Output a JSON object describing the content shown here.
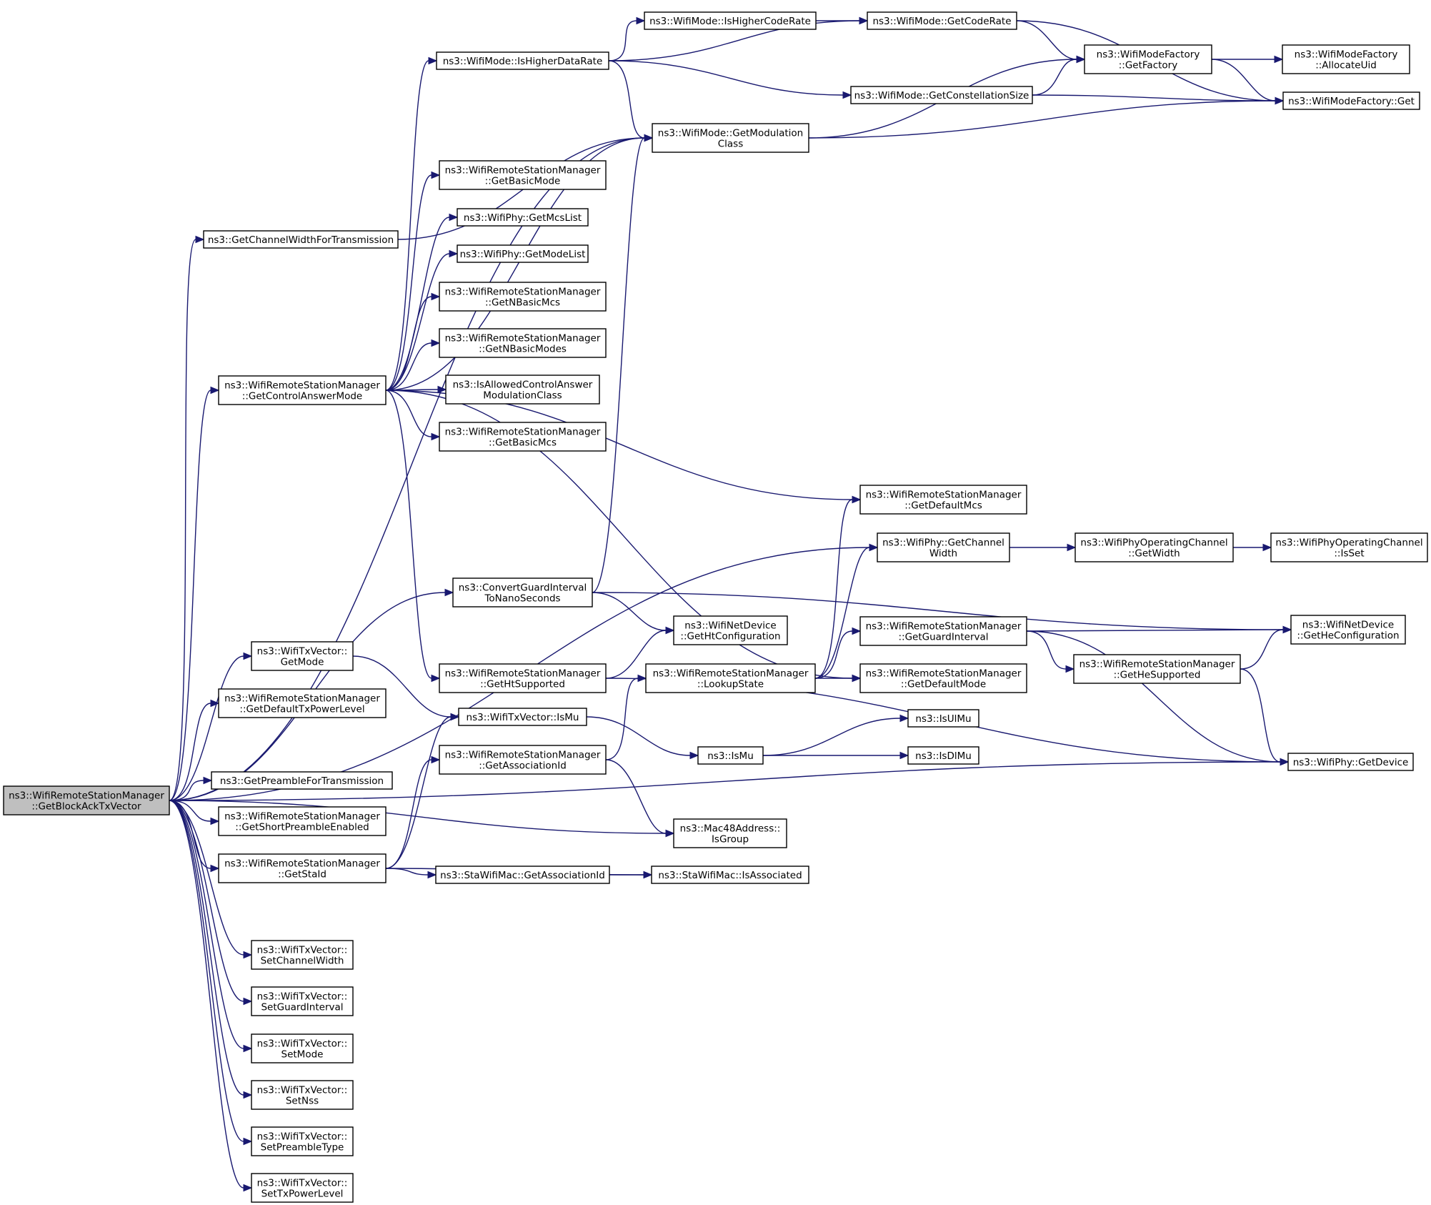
{
  "colors": {
    "edge": "#191970",
    "root_fill": "#bfbfbf",
    "node_fill": "#ffffff",
    "border": "#000000"
  },
  "nodes": [
    {
      "id": "root",
      "lines": [
        "ns3::WifiRemoteStationManager",
        "::GetBlockAckTxVector"
      ],
      "root": true
    },
    {
      "id": "getChannelWidthForTx",
      "lines": [
        "ns3::GetChannelWidthForTransmission"
      ]
    },
    {
      "id": "getControlAnswerMode",
      "lines": [
        "ns3::WifiRemoteStationManager",
        "::GetControlAnswerMode"
      ]
    },
    {
      "id": "txGetMode",
      "lines": [
        "ns3::WifiTxVector::",
        "GetMode"
      ]
    },
    {
      "id": "getDefaultTxPowerLevel",
      "lines": [
        "ns3::WifiRemoteStationManager",
        "::GetDefaultTxPowerLevel"
      ]
    },
    {
      "id": "getPreambleForTx",
      "lines": [
        "ns3::GetPreambleForTransmission"
      ]
    },
    {
      "id": "getShortPreamble",
      "lines": [
        "ns3::WifiRemoteStationManager",
        "::GetShortPreambleEnabled"
      ]
    },
    {
      "id": "getStaId",
      "lines": [
        "ns3::WifiRemoteStationManager",
        "::GetStaId"
      ]
    },
    {
      "id": "setChannelWidth",
      "lines": [
        "ns3::WifiTxVector::",
        "SetChannelWidth"
      ]
    },
    {
      "id": "setGuardInterval",
      "lines": [
        "ns3::WifiTxVector::",
        "SetGuardInterval"
      ]
    },
    {
      "id": "setMode",
      "lines": [
        "ns3::WifiTxVector::",
        "SetMode"
      ]
    },
    {
      "id": "setNss",
      "lines": [
        "ns3::WifiTxVector::",
        "SetNss"
      ]
    },
    {
      "id": "setPreambleType",
      "lines": [
        "ns3::WifiTxVector::",
        "SetPreambleType"
      ]
    },
    {
      "id": "setTxPowerLevel",
      "lines": [
        "ns3::WifiTxVector::",
        "SetTxPowerLevel"
      ]
    },
    {
      "id": "isHigherDataRate",
      "lines": [
        "ns3::WifiMode::IsHigherDataRate"
      ]
    },
    {
      "id": "getBasicMode",
      "lines": [
        "ns3::WifiRemoteStationManager",
        "::GetBasicMode"
      ]
    },
    {
      "id": "getMcsList",
      "lines": [
        "ns3::WifiPhy::GetMcsList"
      ]
    },
    {
      "id": "getModeList",
      "lines": [
        "ns3::WifiPhy::GetModeList"
      ]
    },
    {
      "id": "getNBasicMcs",
      "lines": [
        "ns3::WifiRemoteStationManager",
        "::GetNBasicMcs"
      ]
    },
    {
      "id": "getNBasicModes",
      "lines": [
        "ns3::WifiRemoteStationManager",
        "::GetNBasicModes"
      ]
    },
    {
      "id": "isAllowedCtrlAnswer",
      "lines": [
        "ns3::IsAllowedControlAnswer",
        "ModulationClass"
      ]
    },
    {
      "id": "getBasicMcs",
      "lines": [
        "ns3::WifiRemoteStationManager",
        "::GetBasicMcs"
      ]
    },
    {
      "id": "convertGuardInterval",
      "lines": [
        "ns3::ConvertGuardInterval",
        "ToNanoSeconds"
      ]
    },
    {
      "id": "getHtSupported",
      "lines": [
        "ns3::WifiRemoteStationManager",
        "::GetHtSupported"
      ]
    },
    {
      "id": "txIsMu",
      "lines": [
        "ns3::WifiTxVector::IsMu"
      ]
    },
    {
      "id": "getAssociationIdMgr",
      "lines": [
        "ns3::WifiRemoteStationManager",
        "::GetAssociationId"
      ]
    },
    {
      "id": "staGetAssociationId",
      "lines": [
        "ns3::StaWifiMac::GetAssociationId"
      ]
    },
    {
      "id": "isHigherCodeRate",
      "lines": [
        "ns3::WifiMode::IsHigherCodeRate"
      ]
    },
    {
      "id": "getModulationClass",
      "lines": [
        "ns3::WifiMode::GetModulation",
        "Class"
      ]
    },
    {
      "id": "getHtConfiguration",
      "lines": [
        "ns3::WifiNetDevice",
        "::GetHtConfiguration"
      ]
    },
    {
      "id": "lookupState",
      "lines": [
        "ns3::WifiRemoteStationManager",
        "::LookupState"
      ]
    },
    {
      "id": "isMu",
      "lines": [
        "ns3::IsMu"
      ]
    },
    {
      "id": "isGroup",
      "lines": [
        "ns3::Mac48Address::",
        "IsGroup"
      ]
    },
    {
      "id": "isAssociated",
      "lines": [
        "ns3::StaWifiMac::IsAssociated"
      ]
    },
    {
      "id": "getCodeRate",
      "lines": [
        "ns3::WifiMode::GetCodeRate"
      ]
    },
    {
      "id": "getConstellationSize",
      "lines": [
        "ns3::WifiMode::GetConstellationSize"
      ]
    },
    {
      "id": "getDefaultMcs",
      "lines": [
        "ns3::WifiRemoteStationManager",
        "::GetDefaultMcs"
      ]
    },
    {
      "id": "phyGetChannelWidth",
      "lines": [
        "ns3::WifiPhy::GetChannel",
        "Width"
      ]
    },
    {
      "id": "getGuardInterval",
      "lines": [
        "ns3::WifiRemoteStationManager",
        "::GetGuardInterval"
      ]
    },
    {
      "id": "getDefaultMode",
      "lines": [
        "ns3::WifiRemoteStationManager",
        "::GetDefaultMode"
      ]
    },
    {
      "id": "isUlMu",
      "lines": [
        "ns3::IsUlMu"
      ]
    },
    {
      "id": "isDlMu",
      "lines": [
        "ns3::IsDlMu"
      ]
    },
    {
      "id": "getFactory",
      "lines": [
        "ns3::WifiModeFactory",
        "::GetFactory"
      ]
    },
    {
      "id": "opChannelGetWidth",
      "lines": [
        "ns3::WifiPhyOperatingChannel",
        "::GetWidth"
      ]
    },
    {
      "id": "getHeSupported",
      "lines": [
        "ns3::WifiRemoteStationManager",
        "::GetHeSupported"
      ]
    },
    {
      "id": "allocateUid",
      "lines": [
        "ns3::WifiModeFactory",
        "::AllocateUid"
      ]
    },
    {
      "id": "factoryGet",
      "lines": [
        "ns3::WifiModeFactory::Get"
      ]
    },
    {
      "id": "opChannelIsSet",
      "lines": [
        "ns3::WifiPhyOperatingChannel",
        "::IsSet"
      ]
    },
    {
      "id": "getHeConfiguration",
      "lines": [
        "ns3::WifiNetDevice",
        "::GetHeConfiguration"
      ]
    },
    {
      "id": "phyGetDevice",
      "lines": [
        "ns3::WifiPhy::GetDevice"
      ]
    }
  ],
  "edges": [
    [
      "root",
      "getChannelWidthForTx"
    ],
    [
      "root",
      "getControlAnswerMode"
    ],
    [
      "root",
      "txGetMode"
    ],
    [
      "root",
      "getDefaultTxPowerLevel"
    ],
    [
      "root",
      "getPreambleForTx"
    ],
    [
      "root",
      "getShortPreamble"
    ],
    [
      "root",
      "getStaId"
    ],
    [
      "root",
      "setChannelWidth"
    ],
    [
      "root",
      "setGuardInterval"
    ],
    [
      "root",
      "setMode"
    ],
    [
      "root",
      "setNss"
    ],
    [
      "root",
      "setPreambleType"
    ],
    [
      "root",
      "setTxPowerLevel"
    ],
    [
      "root",
      "getModulationClass"
    ],
    [
      "root",
      "phyGetChannelWidth"
    ],
    [
      "root",
      "convertGuardInterval"
    ],
    [
      "root",
      "isGroup"
    ],
    [
      "root",
      "phyGetDevice"
    ],
    [
      "getChannelWidthForTx",
      "getModulationClass"
    ],
    [
      "getControlAnswerMode",
      "isHigherDataRate"
    ],
    [
      "getControlAnswerMode",
      "getBasicMode"
    ],
    [
      "getControlAnswerMode",
      "getMcsList"
    ],
    [
      "getControlAnswerMode",
      "getModeList"
    ],
    [
      "getControlAnswerMode",
      "getNBasicMcs"
    ],
    [
      "getControlAnswerMode",
      "getNBasicModes"
    ],
    [
      "getControlAnswerMode",
      "isAllowedCtrlAnswer"
    ],
    [
      "getControlAnswerMode",
      "getBasicMcs"
    ],
    [
      "getControlAnswerMode",
      "getModulationClass"
    ],
    [
      "getControlAnswerMode",
      "getDefaultMcs"
    ],
    [
      "getControlAnswerMode",
      "getHtSupported"
    ],
    [
      "getControlAnswerMode",
      "getDefaultMode"
    ],
    [
      "txGetMode",
      "txIsMu"
    ],
    [
      "getStaId",
      "txIsMu"
    ],
    [
      "getStaId",
      "getAssociationIdMgr"
    ],
    [
      "getStaId",
      "staGetAssociationId"
    ],
    [
      "getStaId",
      "isAssociated"
    ],
    [
      "isHigherDataRate",
      "isHigherCodeRate"
    ],
    [
      "isHigherDataRate",
      "getCodeRate"
    ],
    [
      "isHigherDataRate",
      "getModulationClass"
    ],
    [
      "isHigherDataRate",
      "getConstellationSize"
    ],
    [
      "isHigherCodeRate",
      "getCodeRate"
    ],
    [
      "getCodeRate",
      "getFactory"
    ],
    [
      "getCodeRate",
      "factoryGet"
    ],
    [
      "getConstellationSize",
      "getFactory"
    ],
    [
      "getConstellationSize",
      "factoryGet"
    ],
    [
      "getModulationClass",
      "getFactory"
    ],
    [
      "getModulationClass",
      "factoryGet"
    ],
    [
      "getFactory",
      "allocateUid"
    ],
    [
      "getFactory",
      "factoryGet"
    ],
    [
      "convertGuardInterval",
      "getModulationClass"
    ],
    [
      "convertGuardInterval",
      "getHtConfiguration"
    ],
    [
      "convertGuardInterval",
      "getHeConfiguration"
    ],
    [
      "getHtSupported",
      "getHtConfiguration"
    ],
    [
      "getHtSupported",
      "phyGetDevice"
    ],
    [
      "txIsMu",
      "isMu"
    ],
    [
      "getAssociationIdMgr",
      "lookupState"
    ],
    [
      "getAssociationIdMgr",
      "isGroup"
    ],
    [
      "staGetAssociationId",
      "isAssociated"
    ],
    [
      "lookupState",
      "getDefaultMcs"
    ],
    [
      "lookupState",
      "phyGetChannelWidth"
    ],
    [
      "lookupState",
      "getGuardInterval"
    ],
    [
      "lookupState",
      "getDefaultMode"
    ],
    [
      "phyGetChannelWidth",
      "opChannelGetWidth"
    ],
    [
      "opChannelGetWidth",
      "opChannelIsSet"
    ],
    [
      "getGuardInterval",
      "getHeConfiguration"
    ],
    [
      "getGuardInterval",
      "getHeSupported"
    ],
    [
      "getGuardInterval",
      "phyGetDevice"
    ],
    [
      "getHeSupported",
      "getHeConfiguration"
    ],
    [
      "getHeSupported",
      "phyGetDevice"
    ],
    [
      "isMu",
      "isUlMu"
    ],
    [
      "isMu",
      "isDlMu"
    ]
  ]
}
